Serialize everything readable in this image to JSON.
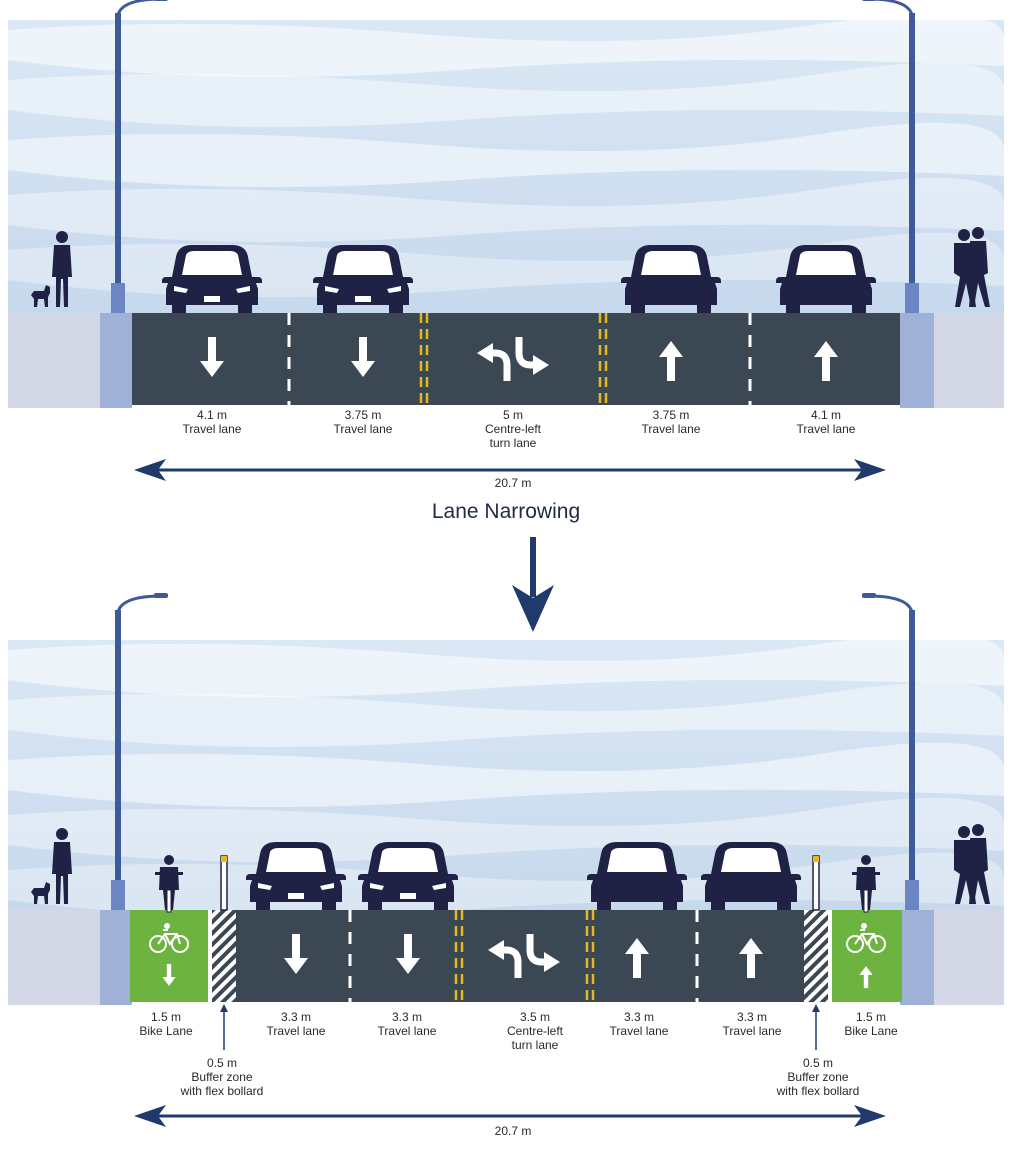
{
  "transition_label": "Lane Narrowing",
  "colors": {
    "road": "#3b4752",
    "sidewalk": "#d4d8e6",
    "curb": "#9fb1d6",
    "vehicle": "#1f2245",
    "lane_marking_yellow": "#e3b821",
    "bike_lane": "#6cb33f",
    "arrow": "#1f3a6b"
  },
  "before": {
    "lanes": [
      {
        "width": "4.1 m",
        "name": "Travel lane",
        "direction": "down"
      },
      {
        "width": "3.75 m",
        "name": "Travel lane",
        "direction": "down"
      },
      {
        "width": "5 m",
        "name": "Centre-left",
        "name2": "turn lane",
        "direction": "turn"
      },
      {
        "width": "3.75 m",
        "name": "Travel lane",
        "direction": "up"
      },
      {
        "width": "4.1 m",
        "name": "Travel lane",
        "direction": "up"
      }
    ],
    "total_width": "20.7 m"
  },
  "after": {
    "lanes": [
      {
        "width": "1.5 m",
        "name": "Bike Lane",
        "type": "bike",
        "direction": "down"
      },
      {
        "width": "0.5 m",
        "name": "Buffer zone",
        "name2": "with flex bollard",
        "type": "buffer"
      },
      {
        "width": "3.3 m",
        "name": "Travel lane",
        "direction": "down"
      },
      {
        "width": "3.3 m",
        "name": "Travel lane",
        "direction": "down"
      },
      {
        "width": "3.5 m",
        "name": "Centre-left",
        "name2": "turn lane",
        "direction": "turn"
      },
      {
        "width": "3.3 m",
        "name": "Travel lane",
        "direction": "up"
      },
      {
        "width": "3.3 m",
        "name": "Travel lane",
        "direction": "up"
      },
      {
        "width": "0.5 m",
        "name": "Buffer zone",
        "name2": "with flex bollard",
        "type": "buffer"
      },
      {
        "width": "1.5 m",
        "name": "Bike Lane",
        "type": "bike",
        "direction": "up"
      }
    ],
    "total_width": "20.7 m"
  }
}
